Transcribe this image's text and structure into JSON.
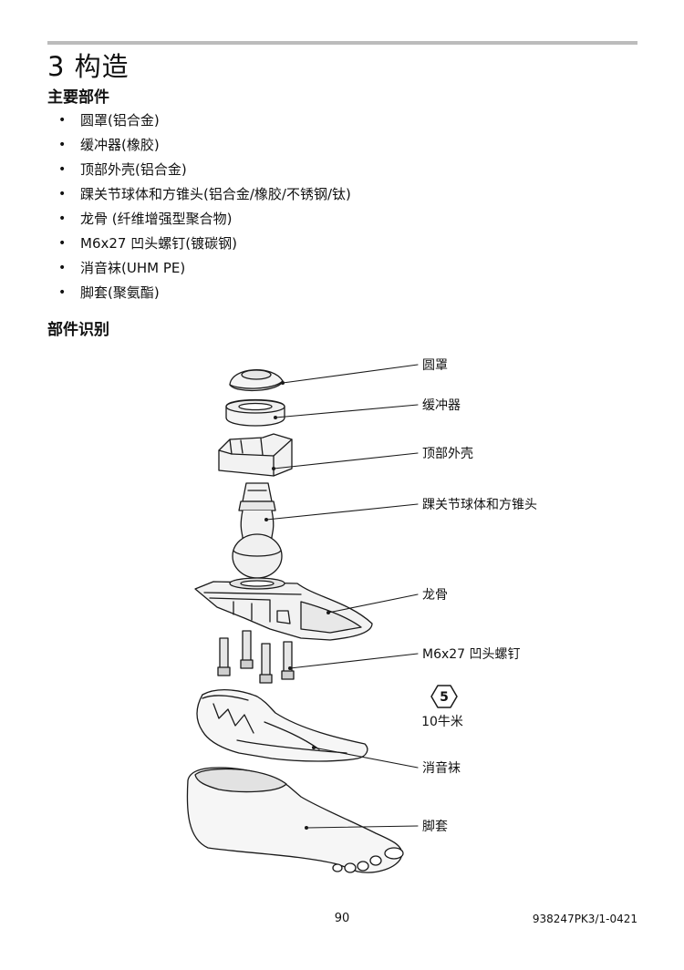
{
  "header": {
    "title": "3  构造"
  },
  "section_main": {
    "heading": "主要部件",
    "items": [
      "圆罩(铝合金)",
      "缓冲器(橡胶)",
      "顶部外壳(铝合金)",
      "踝关节球体和方锥头(铝合金/橡胶/不锈钢/钛)",
      "龙骨 (纤维增强型聚合物)",
      "M6x27 凹头螺钉(镀碳钢)",
      "消音袜(UHM PE)",
      "脚套(聚氨酯)"
    ]
  },
  "section_id": {
    "heading": "部件识别",
    "labels": {
      "dome": "圆罩",
      "bumper": "缓冲器",
      "top_housing": "顶部外壳",
      "ankle": "踝关节球体和方锥头",
      "keel": "龙骨",
      "screws": "M6x27 凹头螺钉",
      "sock": "消音袜",
      "foot_shell": "脚套"
    },
    "torque": {
      "value": "5",
      "unit": "10牛米"
    }
  },
  "footer": {
    "page_number": "90",
    "doc_code": "938247PK3/1-0421"
  }
}
